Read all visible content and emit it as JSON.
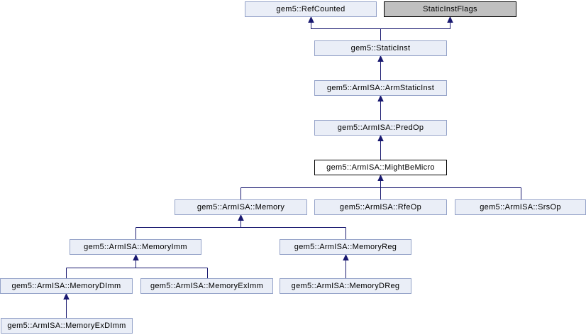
{
  "diagram": {
    "kind": "class-inheritance-graph",
    "colors": {
      "edge": "#191970",
      "linked_node_fill": "#EAEEF7",
      "linked_node_border": "#94A2C8",
      "current_node_fill": "#FFFFFF",
      "current_node_border": "#000000",
      "plain_node_fill": "#C0C0C0",
      "plain_node_border": "#000000",
      "text": "#000000",
      "background": "#FFFFFF"
    },
    "nodes": [
      {
        "id": "refcounted",
        "label": "gem5::RefCounted",
        "role": "linked-class"
      },
      {
        "id": "staticinstflags",
        "label": "StaticInstFlags",
        "role": "plain-class"
      },
      {
        "id": "staticinst",
        "label": "gem5::StaticInst",
        "role": "linked-class"
      },
      {
        "id": "armstaticinst",
        "label": "gem5::ArmISA::ArmStaticInst",
        "role": "linked-class"
      },
      {
        "id": "predop",
        "label": "gem5::ArmISA::PredOp",
        "role": "linked-class"
      },
      {
        "id": "mightbemicro",
        "label": "gem5::ArmISA::MightBeMicro",
        "role": "current-class"
      },
      {
        "id": "memory",
        "label": "gem5::ArmISA::Memory",
        "role": "linked-class"
      },
      {
        "id": "rfeop",
        "label": "gem5::ArmISA::RfeOp",
        "role": "linked-class"
      },
      {
        "id": "srsop",
        "label": "gem5::ArmISA::SrsOp",
        "role": "linked-class"
      },
      {
        "id": "memoryimm",
        "label": "gem5::ArmISA::MemoryImm",
        "role": "linked-class"
      },
      {
        "id": "memoryreg",
        "label": "gem5::ArmISA::MemoryReg",
        "role": "linked-class"
      },
      {
        "id": "memorydimm",
        "label": "gem5::ArmISA::MemoryDImm",
        "role": "linked-class"
      },
      {
        "id": "memoryeximm",
        "label": "gem5::ArmISA::MemoryExImm",
        "role": "linked-class"
      },
      {
        "id": "memorydreg",
        "label": "gem5::ArmISA::MemoryDReg",
        "role": "linked-class"
      },
      {
        "id": "memoryexdimm",
        "label": "gem5::ArmISA::MemoryExDImm",
        "role": "linked-class"
      }
    ],
    "relations": [
      {
        "child": "gem5::StaticInst",
        "parent": "gem5::RefCounted"
      },
      {
        "child": "gem5::StaticInst",
        "parent": "StaticInstFlags"
      },
      {
        "child": "gem5::ArmISA::ArmStaticInst",
        "parent": "gem5::StaticInst"
      },
      {
        "child": "gem5::ArmISA::PredOp",
        "parent": "gem5::ArmISA::ArmStaticInst"
      },
      {
        "child": "gem5::ArmISA::MightBeMicro",
        "parent": "gem5::ArmISA::PredOp"
      },
      {
        "child": "gem5::ArmISA::Memory",
        "parent": "gem5::ArmISA::MightBeMicro"
      },
      {
        "child": "gem5::ArmISA::RfeOp",
        "parent": "gem5::ArmISA::MightBeMicro"
      },
      {
        "child": "gem5::ArmISA::SrsOp",
        "parent": "gem5::ArmISA::MightBeMicro"
      },
      {
        "child": "gem5::ArmISA::MemoryImm",
        "parent": "gem5::ArmISA::Memory"
      },
      {
        "child": "gem5::ArmISA::MemoryReg",
        "parent": "gem5::ArmISA::Memory"
      },
      {
        "child": "gem5::ArmISA::MemoryDImm",
        "parent": "gem5::ArmISA::MemoryImm"
      },
      {
        "child": "gem5::ArmISA::MemoryExImm",
        "parent": "gem5::ArmISA::MemoryImm"
      },
      {
        "child": "gem5::ArmISA::MemoryDReg",
        "parent": "gem5::ArmISA::MemoryReg"
      },
      {
        "child": "gem5::ArmISA::MemoryExDImm",
        "parent": "gem5::ArmISA::MemoryDImm"
      }
    ]
  }
}
